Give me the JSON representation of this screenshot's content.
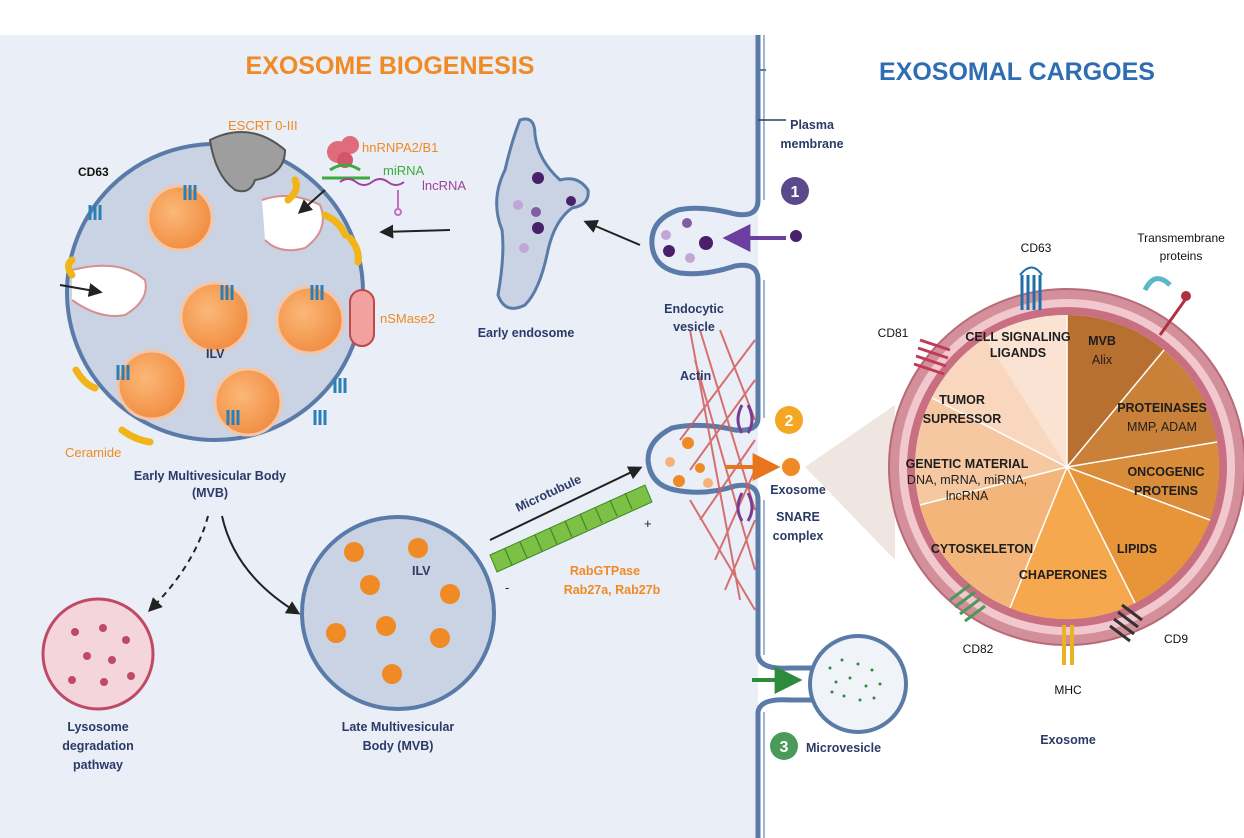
{
  "titles": {
    "biogenesis": "EXOSOME BIOGENESIS",
    "cargoes": "EXOSOMAL CARGOES"
  },
  "labels": {
    "escrt": "ESCRT 0-III",
    "hnrnpa": "hnRNPA2/B1",
    "mirna": "miRNA",
    "lncrna": "lncRNA",
    "cd63_left": "CD63",
    "nsmase": "nSMase2",
    "ilv_early": "ILV",
    "ceramide": "Ceramide",
    "early_mvb_1": "Early Multivesicular Body",
    "early_mvb_2": "(MVB)",
    "early_endosome": "Early endosome",
    "endocytic_1": "Endocytic",
    "endocytic_2": "vesicle",
    "plasma_1": "Plasma",
    "plasma_2": "membrane",
    "actin": "Actin",
    "exosome_release": "Exosome",
    "snare_1": "SNARE",
    "snare_2": "complex",
    "microtubule": "Microtubule",
    "rab_1": "RabGTPase",
    "rab_2": "Rab27a, Rab27b",
    "ilv_late": "ILV",
    "late_mvb_1": "Late Multivesicular",
    "late_mvb_2": "Body (MVB)",
    "lyso_1": "Lysosome",
    "lyso_2": "degradation",
    "lyso_3": "pathway",
    "microvesicle": "Microvesicle",
    "step1": "1",
    "step2": "2",
    "step3": "3",
    "plus": "+",
    "minus": "-",
    "cd63_right": "CD63",
    "transmembrane_1": "Transmembrane",
    "transmembrane_2": "proteins",
    "cd81": "CD81",
    "cd82": "CD82",
    "cd9": "CD9",
    "mhc": "MHC",
    "exosome_caption": "Exosome"
  },
  "cargo_pie": {
    "mvb_1": "MVB",
    "mvb_2": "Alix",
    "proteinases_1": "PROTEINASES",
    "proteinases_2": "MMP, ADAM",
    "oncogenic_1": "ONCOGENIC",
    "oncogenic_2": "PROTEINS",
    "lipids": "LIPIDS",
    "chaperones": "CHAPERONES",
    "cytoskeleton": "CYTOSKELETON",
    "genetic_1": "GENETIC MATERIAL",
    "genetic_2": "DNA, mRNA, miRNA,",
    "genetic_3": "lncRNA",
    "tumor_1": "TUMOR",
    "tumor_2": "SUPRESSOR",
    "signal_1": "CELL SIGNALING",
    "signal_2": "LIGANDS"
  },
  "colors": {
    "cell_bg": "#e9eef7",
    "membrane": "#4d6f9c",
    "title_orange": "#f08a24",
    "title_blue": "#2f6db3",
    "ilv_orange": "#f7a35c",
    "step1": "#5a4a8c",
    "step2": "#f5a623",
    "step3": "#4a9b5a"
  }
}
